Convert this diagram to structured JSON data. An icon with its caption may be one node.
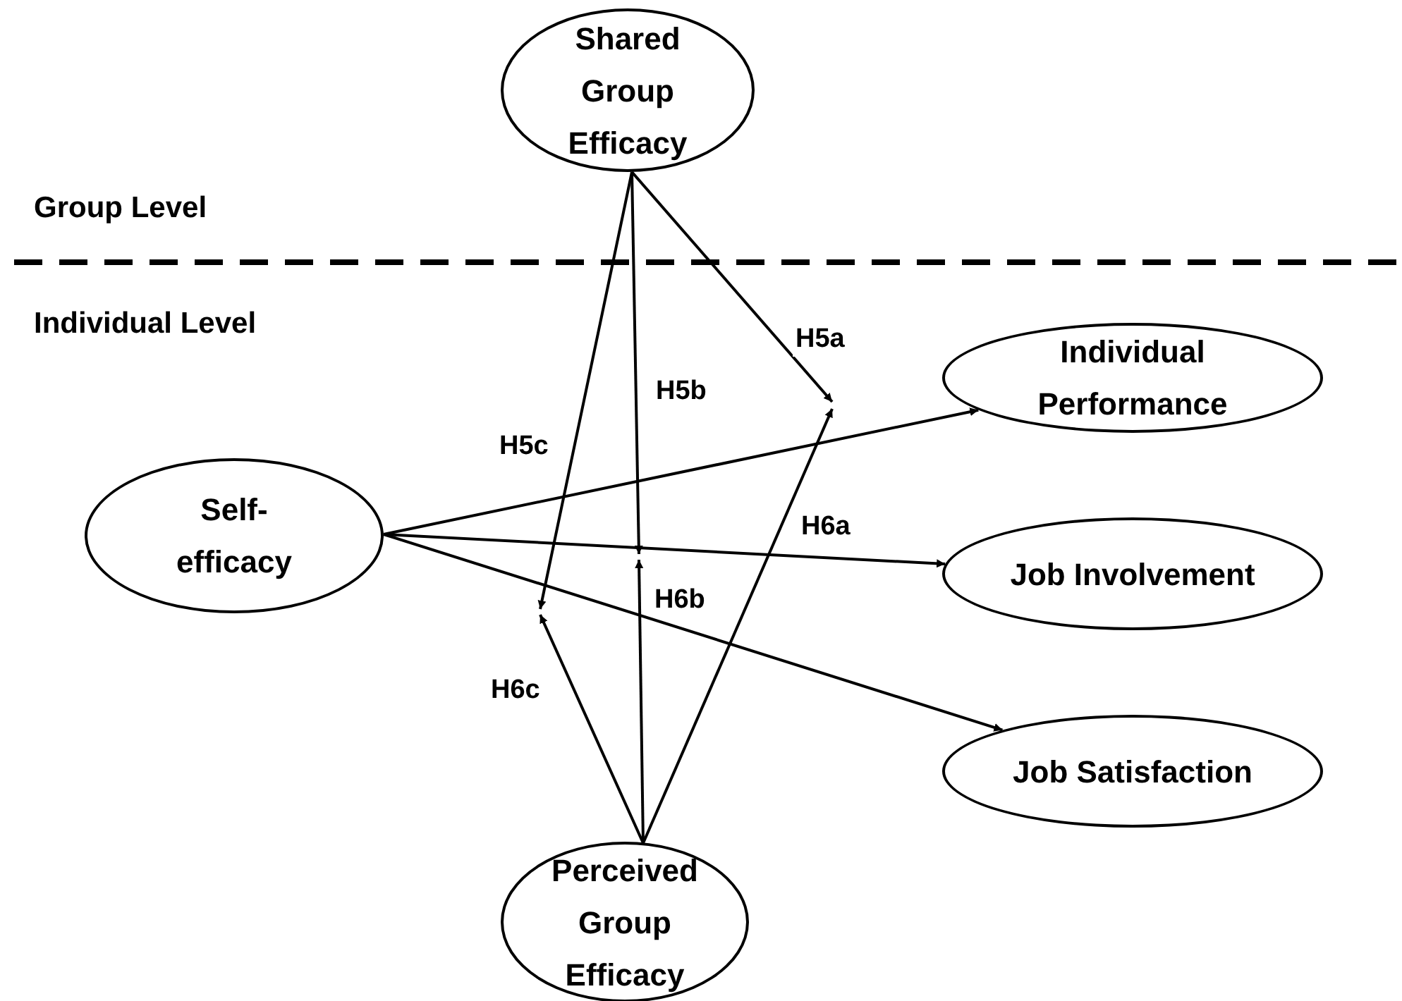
{
  "diagram": {
    "nodes": [
      {
        "text": [
          "Shared Group Efficacy"
        ]
      },
      {
        "text": [
          "Self- efficacy"
        ]
      },
      {
        "text": [
          "Individual Performance"
        ]
      },
      {
        "text": [
          "Job Involvement"
        ]
      },
      {
        "text": [
          "Job Satisfaction"
        ]
      },
      {
        "text": [
          "Perceived Group Efficacy"
        ]
      }
    ],
    "edges": [
      {
        "from": 1,
        "to": 2,
        "arrow": "to"
      },
      {
        "from": 1,
        "to": 3,
        "arrow": "to"
      },
      {
        "from": 1,
        "to": 4,
        "arrow": "to"
      },
      {
        "from": 0,
        "to": null,
        "arrow": "to",
        "label": "H5a"
      },
      {
        "from": 0,
        "to": null,
        "arrow": "to",
        "label": "H5b"
      },
      {
        "from": 0,
        "to": null,
        "arrow": "to",
        "label": "H5c"
      },
      {
        "from": 5,
        "to": null,
        "arrow": "to",
        "label": "H6a"
      },
      {
        "from": 5,
        "to": null,
        "arrow": "to",
        "label": "H6b"
      },
      {
        "from": 5,
        "to": null,
        "arrow": "to",
        "label": "H6c"
      }
    ],
    "labels": [
      "Group Level",
      "Individual Level"
    ]
  }
}
